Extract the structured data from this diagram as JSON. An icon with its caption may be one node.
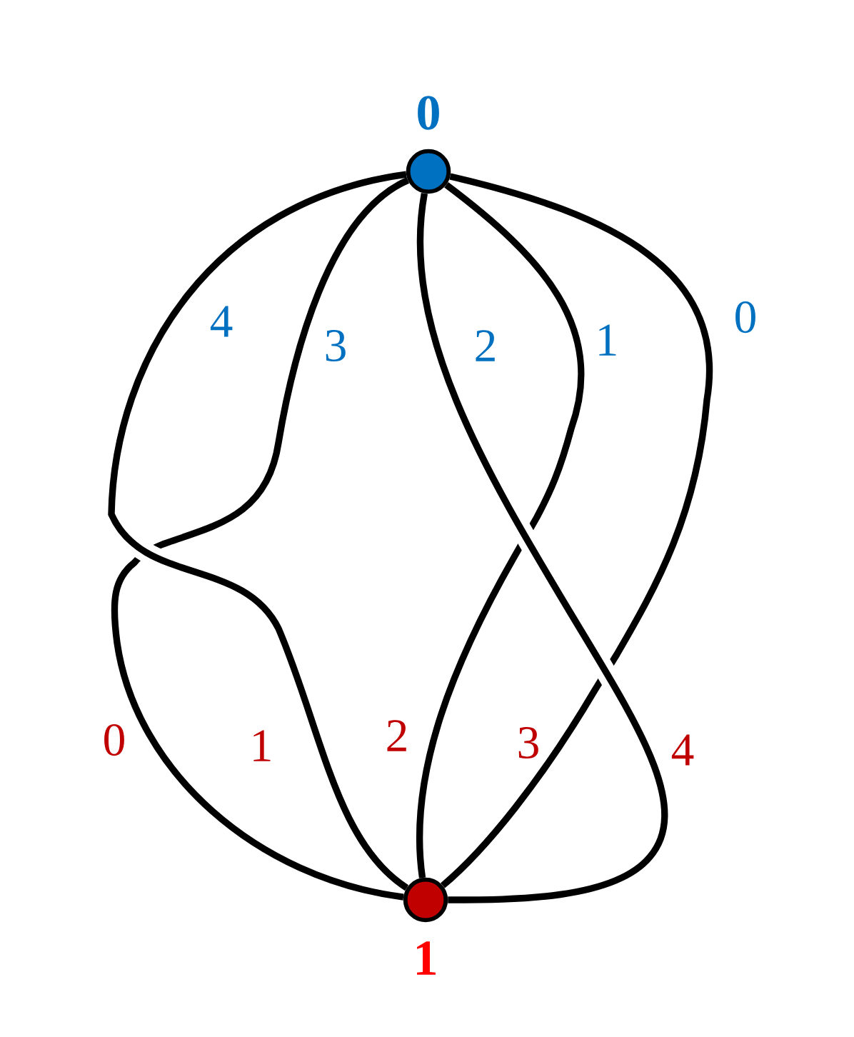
{
  "diagram": {
    "nodes": [
      {
        "text": [
          "0"
        ]
      },
      {
        "text": [
          "1"
        ]
      }
    ],
    "edges": [
      {
        "from": 0,
        "to": 1,
        "arrow": "none"
      },
      {
        "from": 0,
        "to": 1,
        "arrow": "none"
      },
      {
        "from": 0,
        "to": 1,
        "arrow": "none"
      },
      {
        "from": 0,
        "to": 1,
        "arrow": "none"
      },
      {
        "from": 0,
        "to": 1,
        "arrow": "none"
      }
    ],
    "labels": [
      "4",
      "3",
      "2",
      "1",
      "0",
      "0",
      "1",
      "2",
      "3",
      "4"
    ]
  }
}
